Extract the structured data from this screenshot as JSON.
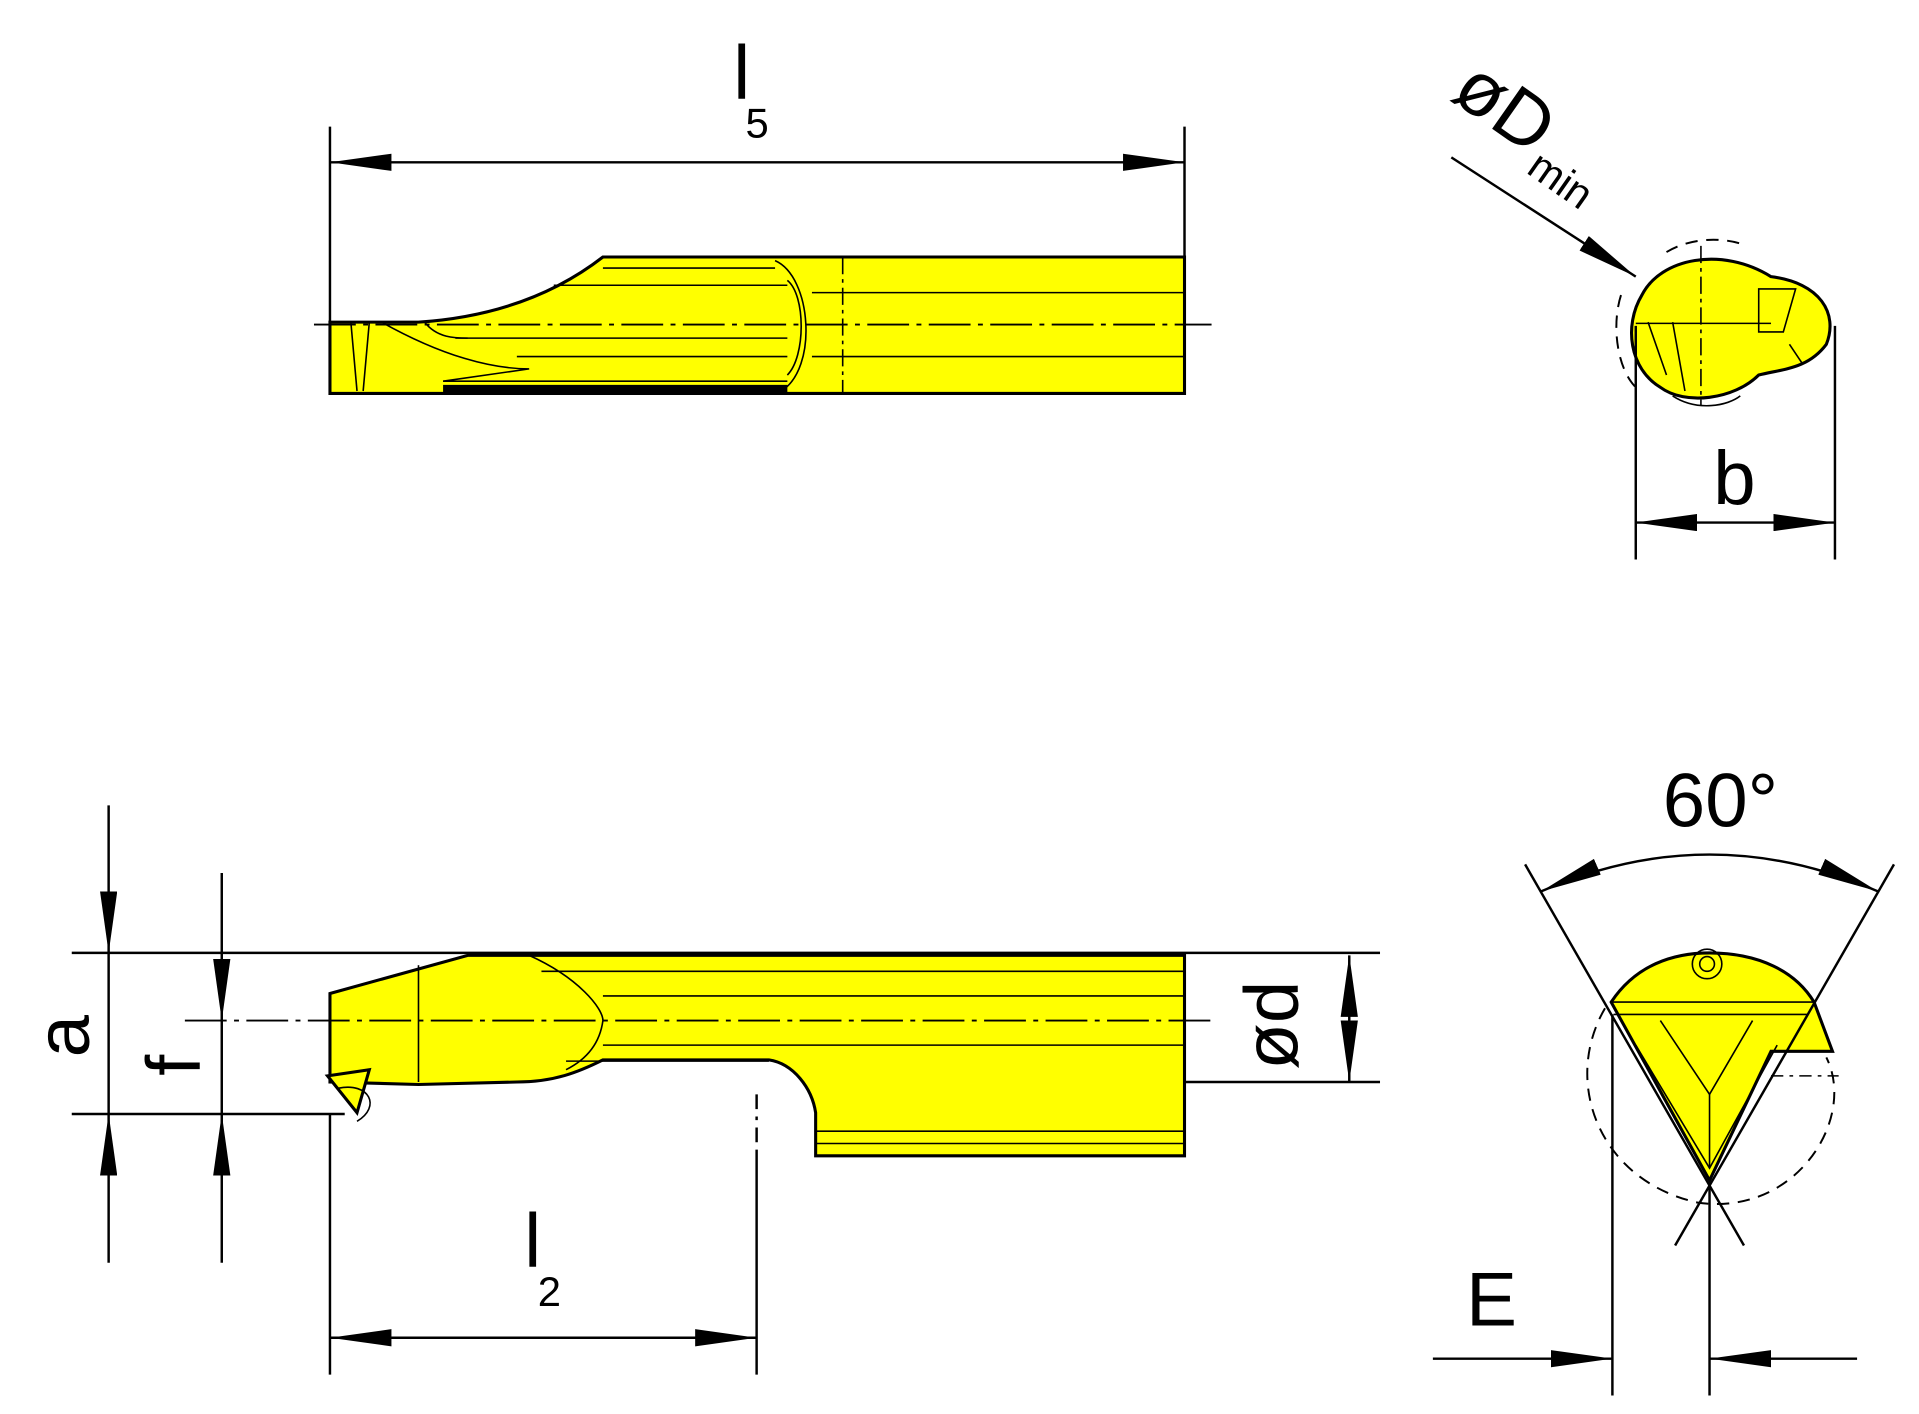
{
  "colors": {
    "tool_body": "#ffff00",
    "lines": "#000000"
  },
  "views": {
    "top_view": {
      "dimension_l5": {
        "symbol": "l",
        "subscript": "5"
      }
    },
    "end_view": {
      "dimension_dmin": {
        "symbol": "øD",
        "subscript": "min"
      },
      "dimension_b": {
        "symbol": "b"
      }
    },
    "side_view": {
      "dimension_a": {
        "symbol": "a"
      },
      "dimension_f": {
        "symbol": "f"
      },
      "dimension_d": {
        "symbol": "ød"
      },
      "dimension_l2": {
        "symbol": "l",
        "subscript": "2"
      }
    },
    "insert_view": {
      "angle": {
        "label": "60°"
      },
      "dimension_e": {
        "symbol": "E"
      }
    }
  }
}
